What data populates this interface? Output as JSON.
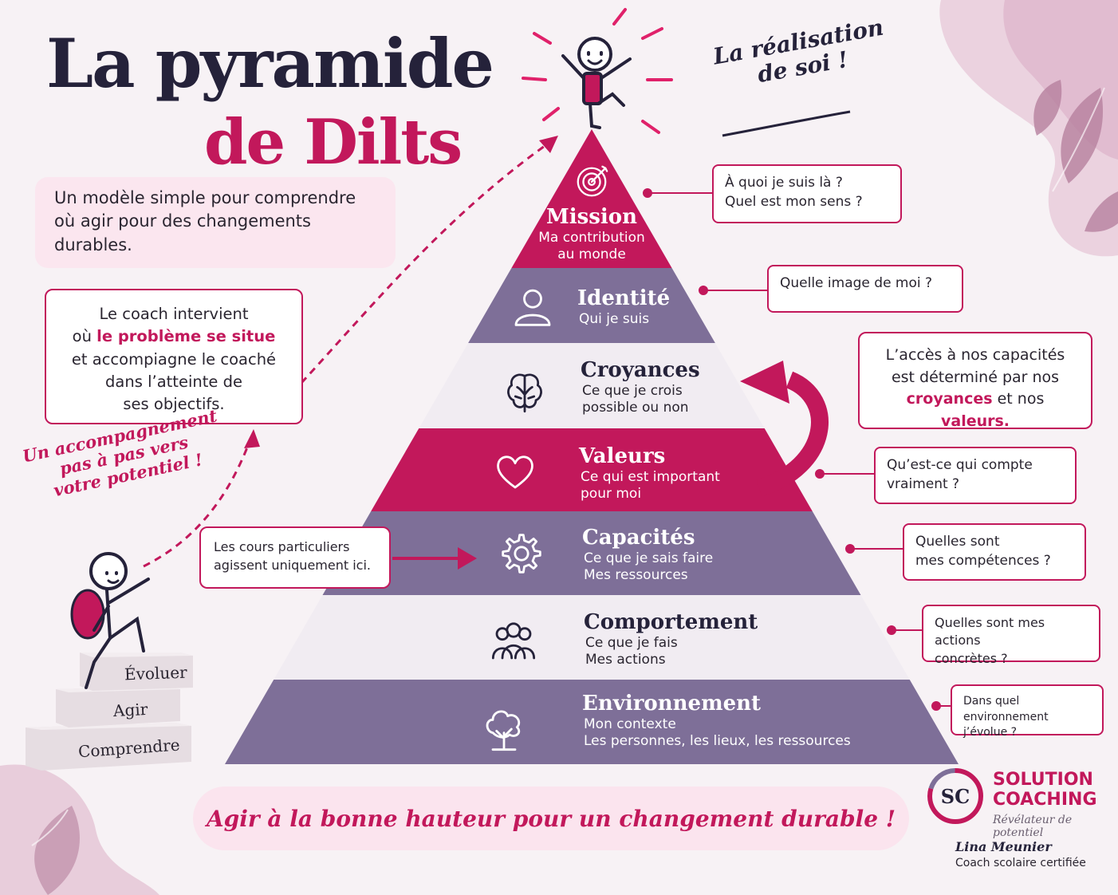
{
  "title": {
    "line1": "La pyramide",
    "line2": "de Dilts"
  },
  "intro": "Un modèle simple pour comprendre où agir pour des changements durables.",
  "coach_note": {
    "part1": "Le coach intervient",
    "part2": "où",
    "highlight": "le problème se situe",
    "part3": "et accompiagne le coaché",
    "part4": "dans l’atteinte de",
    "part5": "ses objectifs."
  },
  "realisation": {
    "line1": "La réalisation",
    "line2": "de soi !"
  },
  "accompagnement": {
    "line1": "Un accompagnement",
    "line2": "pas à pas vers",
    "line3": "votre potentiel !"
  },
  "cours_note": "Les cours particuliers agissent uniquement ici.",
  "steps": {
    "top": "Évoluer",
    "middle": "Agir",
    "bottom": "Comprendre"
  },
  "levels": [
    {
      "name": "Mission",
      "desc": [
        "Ma contribution",
        "au monde"
      ],
      "icon": "target-icon"
    },
    {
      "name": "Identité",
      "desc": [
        "Qui je suis"
      ],
      "icon": "person-icon"
    },
    {
      "name": "Croyances",
      "desc": [
        "Ce que je crois",
        "possible ou non"
      ],
      "icon": "brain-icon"
    },
    {
      "name": "Valeurs",
      "desc": [
        "Ce qui est important",
        "pour moi"
      ],
      "icon": "heart-icon"
    },
    {
      "name": "Capacités",
      "desc": [
        "Ce que je sais faire",
        "Mes ressources"
      ],
      "icon": "gear-icon"
    },
    {
      "name": "Comportement",
      "desc": [
        "Ce que je fais",
        "Mes actions"
      ],
      "icon": "group-icon"
    },
    {
      "name": "Environnement",
      "desc": [
        "Mon contexte",
        "Les personnes, les lieux, les ressources"
      ],
      "icon": "tree-icon"
    }
  ],
  "questions": [
    [
      "À quoi je suis là ?",
      "Quel est mon sens ?"
    ],
    [
      "Quelle image de moi ?"
    ],
    [],
    [
      "Qu’est-ce qui compte",
      "vraiment ?"
    ],
    [
      "Quelles sont",
      "mes compétences ?"
    ],
    [
      "Quelles sont mes actions",
      "concrètes ?"
    ],
    [
      "Dans quel environnement",
      "j’évolue ?"
    ]
  ],
  "capacities_note": {
    "line1": "L’accès à nos capacités",
    "line2": "est déterminé par nos",
    "croyances": "croyances",
    "et": "et nos",
    "valeurs": "valeurs",
    "dot": "."
  },
  "slogan": "Agir à la bonne hauteur pour un changement durable !",
  "logo": {
    "mark": "SC",
    "line1": "SOLUTION",
    "line2": "COACHING",
    "tagline": "Révélateur de potentiel"
  },
  "author": {
    "name": "Lina Meunier",
    "role": "Coach scolaire certifiée"
  },
  "colors": {
    "magenta": "#c2185b",
    "purple": "#7e6f98",
    "light": "#f1ecf2",
    "navy": "#25223a"
  }
}
